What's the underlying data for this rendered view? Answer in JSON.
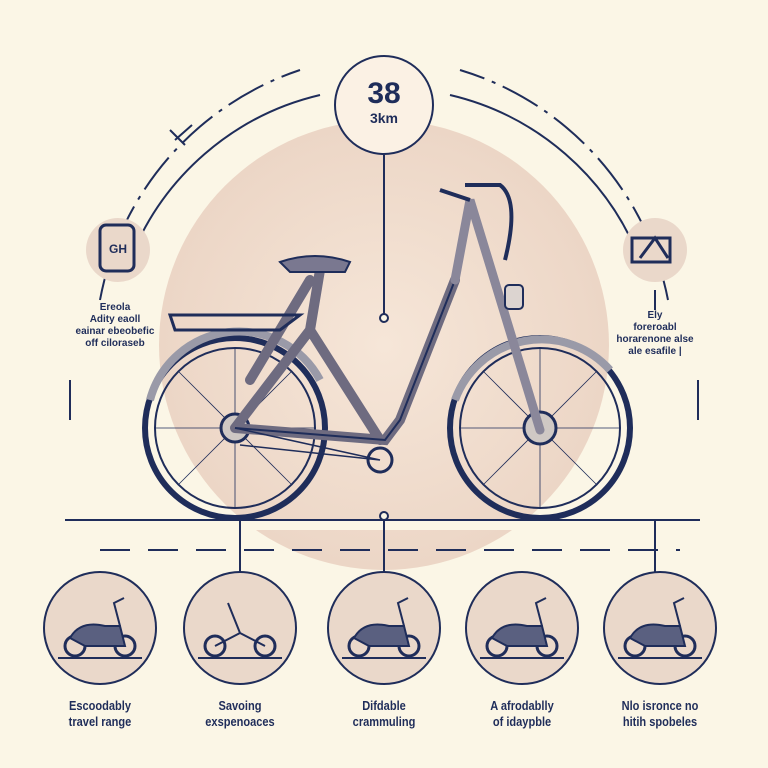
{
  "range_badge": {
    "value": "38",
    "unit": "3km"
  },
  "left_note": {
    "icon": "phone-battery-icon",
    "icon_text": "GH",
    "lines": [
      "Ereola",
      "Adity eaoll",
      "eainar ebeobefic",
      "off ciloraseb"
    ]
  },
  "right_note": {
    "icon": "charger-icon",
    "lines": [
      "Ely",
      "foreroabl",
      "horarenone alse",
      "ale esafile |"
    ]
  },
  "features": [
    {
      "icon": "scooter-icon",
      "lines": [
        "Escoodably",
        "travel range"
      ]
    },
    {
      "icon": "bicycle-icon",
      "lines": [
        "Savoing",
        "exspenoaces"
      ]
    },
    {
      "icon": "scooter-icon",
      "lines": [
        "Difdable",
        "crammuling"
      ]
    },
    {
      "icon": "scooter-icon",
      "lines": [
        "A afrodablly",
        "of idaypble"
      ]
    },
    {
      "icon": "scooter-icon",
      "lines": [
        "Nlo isronce no",
        "hitih spobeles"
      ]
    }
  ],
  "colors": {
    "navy": "#1f2d5a",
    "background": "#fbf6e6",
    "accent": "#e8d3c2"
  }
}
